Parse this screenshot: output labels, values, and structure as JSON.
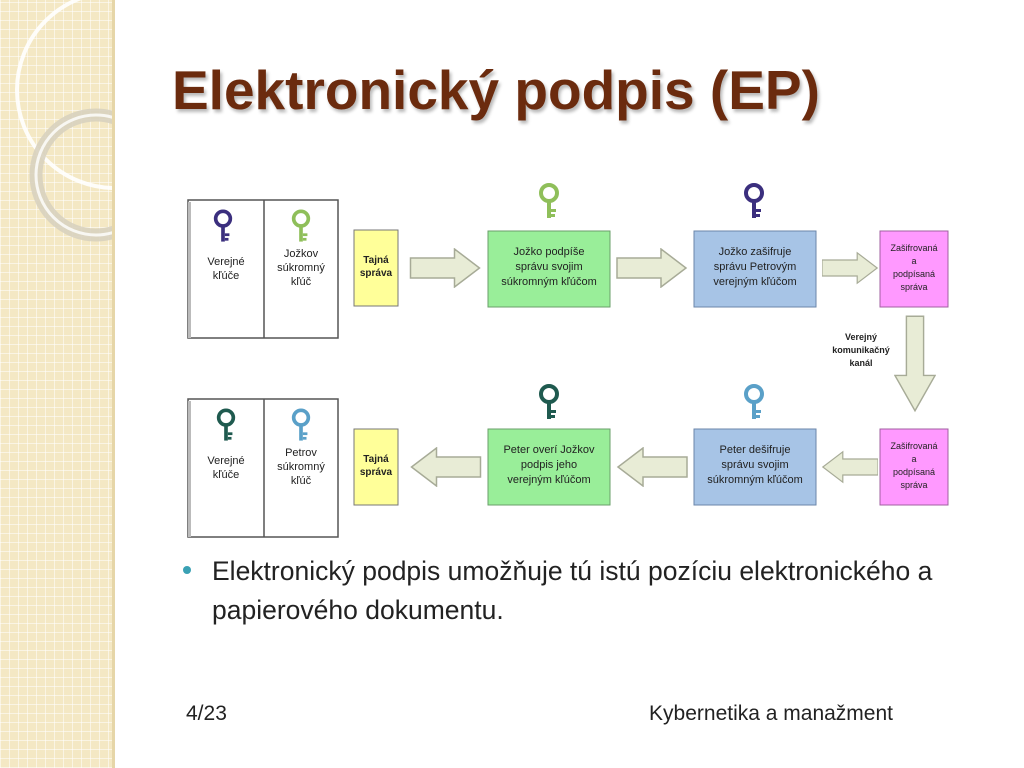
{
  "slide": {
    "title": "Elektronický podpis (EP)",
    "bullet": "Elektronický podpis umožňuje tú istú pozíciu elektronického a papierového dokumentu.",
    "footer_page": "4/23",
    "footer_course": "Kybernetika a manažment"
  },
  "diagram": {
    "top_row": {
      "left_book": {
        "public_keys_line1": "Verejné",
        "public_keys_line2": "kľúče",
        "private_line1": "Jožkov",
        "private_line2": "súkromný",
        "private_line3": "kľúč"
      },
      "secret_message_line1": "Tajná",
      "secret_message_line2": "správa",
      "sign_step": [
        "Jožko podpíše",
        "správu svojim",
        "súkromným kľúčom"
      ],
      "encrypt_step": [
        "Jožko zašifruje",
        "správu Petrovým",
        "verejným kľúčom"
      ],
      "result": [
        "Zašifrovaná",
        "a",
        "podpísaná",
        "správa"
      ]
    },
    "channel": [
      "Verejný",
      "komunikačný",
      "kanál"
    ],
    "bottom_row": {
      "left_book": {
        "public_keys_line1": "Verejné",
        "public_keys_line2": "kľúče",
        "private_line1": "Petrov",
        "private_line2": "súkromný",
        "private_line3": "kľúč"
      },
      "secret_message_line1": "Tajná",
      "secret_message_line2": "správa",
      "verify_step": [
        "Peter overí Jožkov",
        "podpis jeho",
        "verejným kľúčom"
      ],
      "decrypt_step": [
        "Peter dešifruje",
        "správu svojim",
        "súkromným kľúčom"
      ],
      "received": [
        "Zašifrovaná",
        "a",
        "podpísaná",
        "správa"
      ]
    },
    "colors": {
      "key_purple": "#3b2f7e",
      "key_green": "#8fbf5a",
      "key_teal": "#1f5a4f",
      "key_blue": "#5aa0c8",
      "secret_yellow": "#ffff99",
      "step_green": "#99ee99",
      "step_blue": "#a7c4e6",
      "result_pink": "#ff99ff",
      "arrow_fill": "#e8ecd6"
    }
  }
}
